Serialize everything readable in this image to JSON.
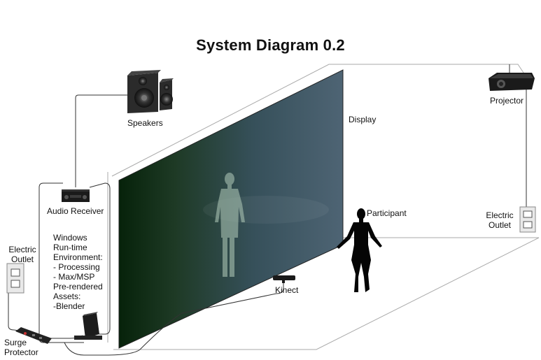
{
  "title": "System Diagram 0.2",
  "labels": {
    "speakers": "Speakers",
    "display": "Display",
    "projector": "Projector",
    "audio_receiver": "Audio Receiver",
    "participant": "Participant",
    "electric_outlet_left": [
      "Electric",
      "Outlet"
    ],
    "electric_outlet_right": [
      "Electric",
      "Outlet"
    ],
    "kinect": "Kinect",
    "surge_protector": [
      "Surge",
      "Protector"
    ]
  },
  "pc_notes": [
    "Windows",
    "Run-time",
    "Environment:",
    "- Processing",
    "- Max/MSP",
    "Pre-rendered",
    "Assets:",
    "-Blender"
  ],
  "icons": [
    "speakers-icon",
    "projector-icon",
    "audio-receiver-icon",
    "computer-tower-icon",
    "kinect-icon",
    "electric-outlet-icon",
    "surge-protector-icon",
    "participant-silhouette-icon",
    "projected-figure-icon"
  ],
  "colors": {
    "screen_dark": "#07240a",
    "screen_light": "#4d6272",
    "line": "#333333",
    "room_line": "#aaaaaa"
  }
}
